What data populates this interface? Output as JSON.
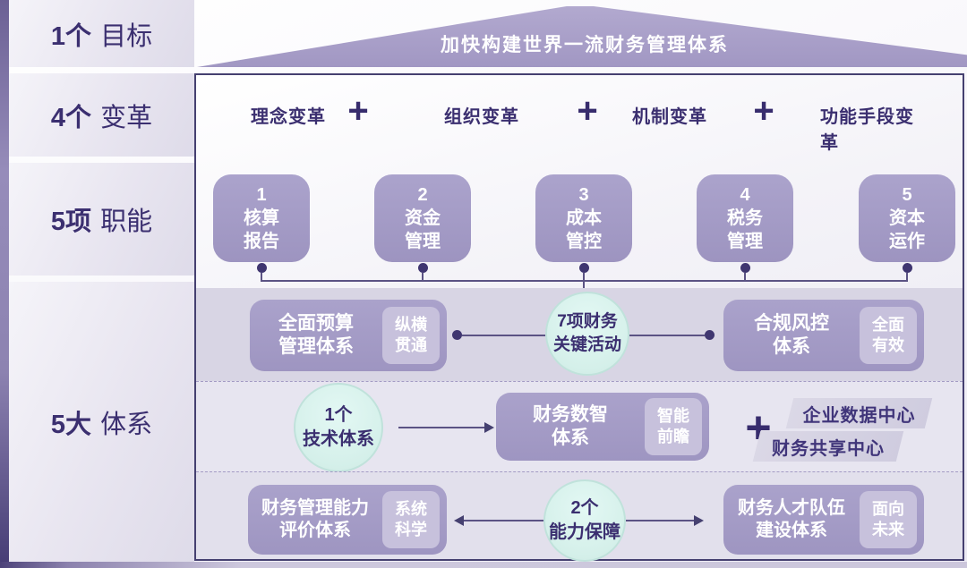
{
  "left_rail": {
    "rows": [
      {
        "num": "1个",
        "label": "目标"
      },
      {
        "num": "4个",
        "label": "变革"
      },
      {
        "num": "5项",
        "label": "职能"
      },
      {
        "num": "5大",
        "label": "体系"
      }
    ]
  },
  "roof": {
    "title": "加快构建世界一流财务管理体系"
  },
  "reform_row": {
    "plus": "+",
    "items": [
      "理念变革",
      "组织变革",
      "机制变革",
      "功能手段变革"
    ]
  },
  "function_row": {
    "boxes": [
      {
        "num": "1",
        "name": "核算\n报告"
      },
      {
        "num": "2",
        "name": "资金\n管理"
      },
      {
        "num": "3",
        "name": "成本\n管控"
      },
      {
        "num": "4",
        "name": "税务\n管理"
      },
      {
        "num": "5",
        "name": "资本\n运作"
      }
    ]
  },
  "system_rows": {
    "budget_row": {
      "left_box": {
        "title": "全面预算\n管理体系",
        "tag": "纵横\n贯通"
      },
      "center_circle": "7项财务\n关键活动",
      "right_box": {
        "title": "合规风控\n体系",
        "tag": "全面\n有效"
      }
    },
    "tech_row": {
      "circle": "1个\n技术体系",
      "box": {
        "title": "财务数智\n体系",
        "tag": "智能\n前瞻"
      },
      "plus": "+",
      "banners": [
        "企业数据中心",
        "财务共享中心"
      ]
    },
    "capability_row": {
      "left_box": {
        "title": "财务管理能力\n评价体系",
        "tag": "系统\n科学"
      },
      "circle": "2个\n能力保障",
      "right_box": {
        "title": "财务人才队伍\n建设体系",
        "tag": "面向\n未来"
      }
    }
  },
  "colors": {
    "dark_purple_text": "#3b2f70",
    "box_purple": "#a49cc7",
    "tag_purple": "#c7c1dc",
    "roof_purple": "#a79dc6",
    "mint_circle": "#d9f3ee",
    "panel_border": "#454070",
    "band_budget": "#d8d5e4",
    "band_light": "#e7e5f0"
  }
}
